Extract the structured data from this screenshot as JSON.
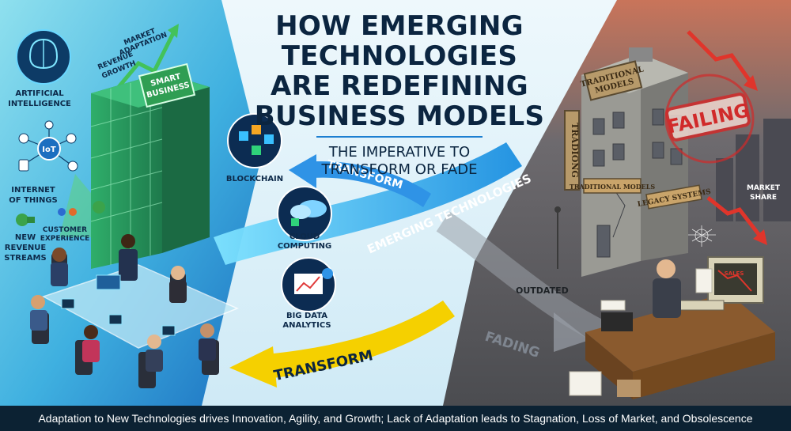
{
  "title": {
    "line1": "HOW EMERGING TECHNOLOGIES",
    "line2": "ARE REDEFINING",
    "line3": "BUSINESS MODELS"
  },
  "subtitle": {
    "line1": "THE IMPERATIVE TO",
    "line2": "TRANSFORM OR FADE"
  },
  "left": {
    "artificial_intelligence": [
      "ARTIFICIAL",
      "INTELLIGENCE"
    ],
    "revenue_growth": [
      "REVENUE",
      "GROWTH"
    ],
    "market_adaptation": [
      "MARKET",
      "ADAPTATION"
    ],
    "iot_badge": "IoT",
    "internet_of_things": [
      "INTERNET",
      "OF THINGS"
    ],
    "customer_experience": [
      "CUSTOMER",
      "EXPERIENCE"
    ],
    "new_revenue_streams": [
      "NEW",
      "REVENUE",
      "STREAMS"
    ],
    "smart_business": [
      "SMART",
      "BUSINESS"
    ]
  },
  "center": {
    "blockchain": "BLOCKCHAIN",
    "cloud_computing": [
      "CLOUD",
      "COMPUTING"
    ],
    "big_data_analytics": [
      "BIG DATA",
      "ANALYTICS"
    ],
    "transform_top": "TRANSFORM",
    "emerging_technologies": "EMERGING TECHNOLOGIES",
    "transform_bottom": "TRANSFORM",
    "fading": "FADING"
  },
  "right": {
    "traditional_models_top": [
      "TRADITIONAL",
      "MODELS"
    ],
    "trading_sign": "TRADIONG",
    "failing_stamp": "FAILING",
    "market_share": [
      "MARKET",
      "SHARE"
    ],
    "traditional_models_sign": "TRADITIONAL MODELS",
    "legacy_systems": "LEGACY SYSTEMS",
    "outdated": "OUTDATED",
    "sales_screen": "SALES"
  },
  "footer": {
    "text": "Adaptation to New Technologies drives Innovation, Agility, and Growth; Lack of Adaptation leads to Stagnation, Loss of Market, and Obsolescence"
  },
  "colors": {
    "navy": "#0b2540",
    "footer_bg": "#0c2233",
    "accent_blue": "#1c7fd1",
    "arrow_yellow": "#f5d000",
    "stamp_red": "#d12a2a",
    "decline_red": "#e0352b"
  }
}
